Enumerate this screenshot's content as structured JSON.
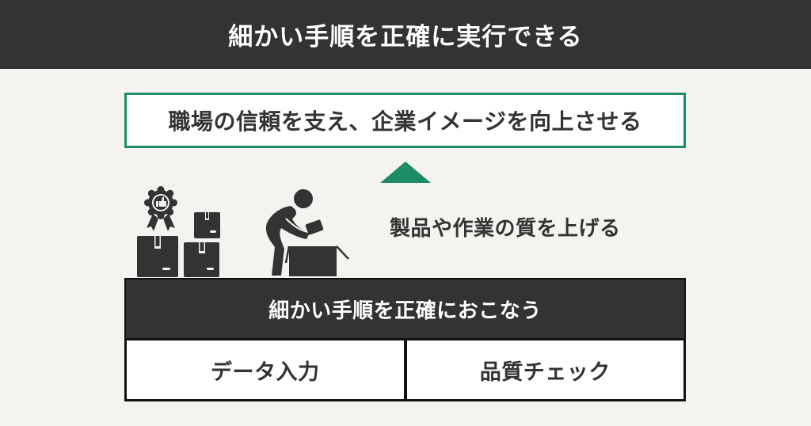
{
  "header": {
    "title": "細かい手順を正確に実行できる"
  },
  "goal": {
    "text": "職場の信頼を支え、企業イメージを向上させる",
    "border_color": "#1e8c67"
  },
  "arrow": {
    "icon": "triangle-up-icon",
    "color": "#1e8c67"
  },
  "middle": {
    "text": "製品や作業の質を上げる",
    "icons": [
      "award-badge-thumbs-up-icon",
      "stacked-boxes-icon",
      "person-packing-box-icon"
    ]
  },
  "base": {
    "title": "細かい手順を正確におこなう",
    "items": [
      {
        "label": "データ入力"
      },
      {
        "label": "品質チェック"
      }
    ]
  },
  "colors": {
    "dark": "#333333",
    "accent_green": "#1e8c67",
    "background": "#f4f3ef"
  }
}
